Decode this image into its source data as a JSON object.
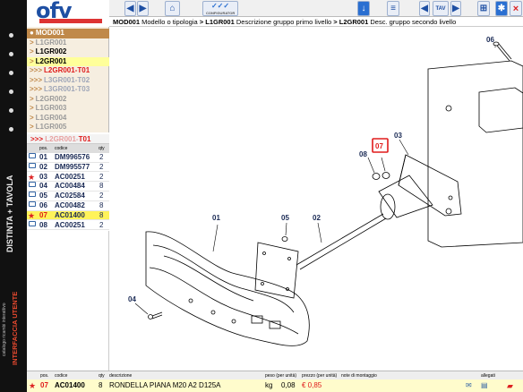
{
  "app": {
    "brand": "ofv"
  },
  "left_rail": {
    "title1": "DISTINTA + TAVOLA",
    "title2": "INTERFACCIA UTENTE",
    "title3": "catalogo ricambi interattivo"
  },
  "toolbar": {
    "configurator_label": "CONFIGURATOR"
  },
  "breadcrumb": {
    "l0_code": "MOD001",
    "l0_desc": "Modello o tipologia",
    "l1_code": "L1GR001",
    "l1_desc": "Descrizione gruppo primo livello",
    "l2_code": "L2GR001",
    "l2_desc": "Desc. gruppo secondo livello"
  },
  "tree": {
    "items": [
      {
        "prefix": "●",
        "label": "MOD001",
        "color": "#ffffff",
        "bg": "#c0894a"
      },
      {
        "prefix": ">",
        "label": "L1GR001",
        "color": "#9a9a9a",
        "bg": ""
      },
      {
        "prefix": ">",
        "label": "L1GR002",
        "color": "#000000",
        "bg": ""
      },
      {
        "prefix": ">",
        "label": "L2GR001",
        "color": "#000000",
        "bg": "#ffff9a"
      },
      {
        "prefix": ">>>",
        "label": "L2GR001-T01",
        "color": "#e01b1b",
        "bg": ""
      },
      {
        "prefix": ">>>",
        "label": "L3GR001-T02",
        "color": "#9fa6b8",
        "bg": ""
      },
      {
        "prefix": ">>>",
        "label": "L3GR001-T03",
        "color": "#9fa6b8",
        "bg": ""
      },
      {
        "prefix": ">",
        "label": "L2GR002",
        "color": "#9a9a9a",
        "bg": ""
      },
      {
        "prefix": ">",
        "label": "L1GR003",
        "color": "#9a9a9a",
        "bg": ""
      },
      {
        "prefix": ">",
        "label": "L1GR004",
        "color": "#9a9a9a",
        "bg": ""
      },
      {
        "prefix": ">",
        "label": "L1GR005",
        "color": "#9a9a9a",
        "bg": ""
      }
    ]
  },
  "table_title": {
    "prefix": ">>>",
    "code": "L2GR001-",
    "suffix": "T01"
  },
  "parts": {
    "headers": {
      "pos": "pos.",
      "code": "codice",
      "qty": "qty"
    },
    "rows": [
      {
        "pos": "01",
        "code": "DM996576",
        "qty": "2",
        "flag": false,
        "selected": false
      },
      {
        "pos": "02",
        "code": "DM995577",
        "qty": "2",
        "flag": false,
        "selected": false
      },
      {
        "pos": "03",
        "code": "AC00251",
        "qty": "2",
        "flag": true,
        "selected": false
      },
      {
        "pos": "04",
        "code": "AC00484",
        "qty": "8",
        "flag": false,
        "selected": false
      },
      {
        "pos": "05",
        "code": "AC02584",
        "qty": "2",
        "flag": false,
        "selected": false
      },
      {
        "pos": "06",
        "code": "AC00482",
        "qty": "8",
        "flag": false,
        "selected": false
      },
      {
        "pos": "07",
        "code": "AC01400",
        "qty": "8",
        "flag": true,
        "selected": true
      },
      {
        "pos": "08",
        "code": "AC00251",
        "qty": "2",
        "flag": false,
        "selected": false
      }
    ]
  },
  "drawing": {
    "callouts": [
      "06",
      "03",
      "07",
      "08",
      "01",
      "05",
      "02",
      "04"
    ],
    "highlight_color": "#e01b1b"
  },
  "detail": {
    "headers": {
      "pos": "pos.",
      "code": "codice",
      "qty": "qty",
      "desc": "descrizione",
      "weight": "peso (per unità)",
      "price": "prezzo (per unità)",
      "notes": "note di montaggio",
      "attach": "allegati"
    },
    "row": {
      "pos": "07",
      "code": "AC01400",
      "qty": "8",
      "desc": "RONDELLA PIANA M20 A2 D125A",
      "unit": "kg",
      "weight": "0,08",
      "price": "€ 0,85"
    }
  }
}
